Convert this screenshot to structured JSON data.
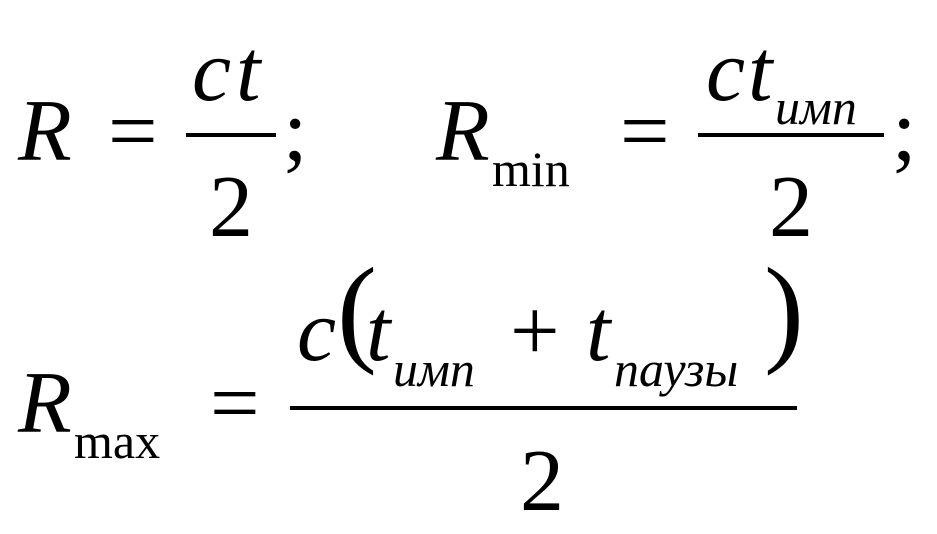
{
  "formula_1": {
    "lhs_symbol": "R",
    "equals": "=",
    "numerator_c": "c",
    "numerator_t": "t",
    "denominator": "2",
    "separator": ";"
  },
  "formula_2": {
    "lhs_symbol": "R",
    "lhs_subscript": "min",
    "equals": "=",
    "numerator_c": "c",
    "numerator_t": "t",
    "numerator_t_subscript": "имп",
    "denominator": "2",
    "separator": ";"
  },
  "formula_3": {
    "lhs_symbol": "R",
    "lhs_subscript": "max",
    "equals": "=",
    "numerator_c": "c",
    "open_paren": "(",
    "term1_symbol": "t",
    "term1_subscript": "имп",
    "plus": "+",
    "term2_symbol": "t",
    "term2_subscript": "паузы",
    "close_paren": ")",
    "denominator": "2"
  }
}
